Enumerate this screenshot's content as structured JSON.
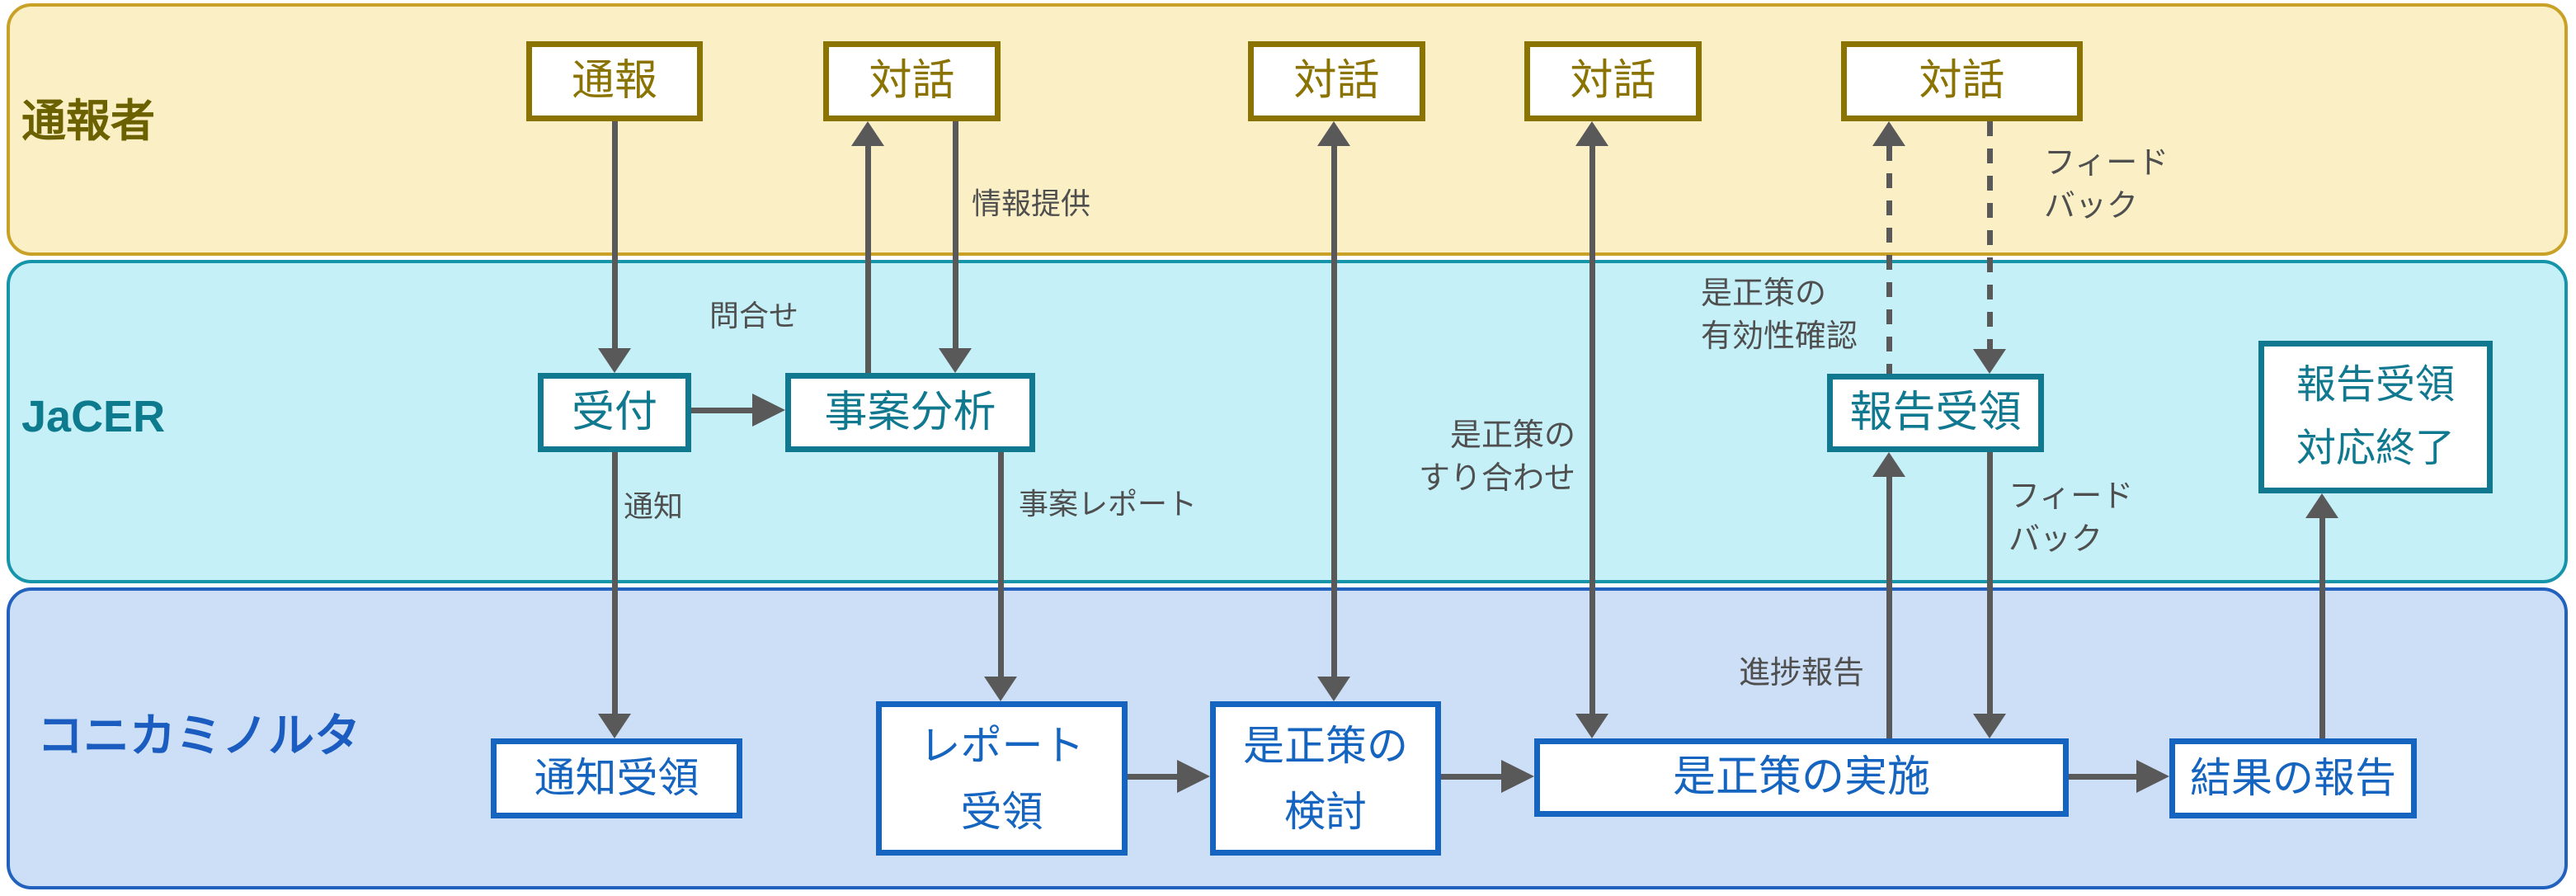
{
  "lanes": [
    {
      "id": "reporter",
      "label": "通報者"
    },
    {
      "id": "jacer",
      "label": "JaCER"
    },
    {
      "id": "konicaminolta",
      "label": "コニカミノルタ"
    }
  ],
  "nodes": {
    "tsuho": {
      "label": "通報"
    },
    "taiwa1": {
      "label": "対話"
    },
    "taiwa2": {
      "label": "対話"
    },
    "taiwa3": {
      "label": "対話"
    },
    "taiwa4": {
      "label": "対話"
    },
    "uketsuke": {
      "label": "受付"
    },
    "jian_bunseki": {
      "label": "事案分析"
    },
    "hokoku_juryo": {
      "label": "報告受領"
    },
    "hokoku_juryo_taio_shuryo": {
      "lines": [
        "報告受領",
        "対応終了"
      ]
    },
    "tsuchi_juryo": {
      "label": "通知受領"
    },
    "report_juryo": {
      "lines": [
        "レポート",
        "受領"
      ]
    },
    "zeseisaku_kento": {
      "lines": [
        "是正策の",
        "検討"
      ]
    },
    "zeseisaku_jisshi": {
      "label": "是正策の実施"
    },
    "kekka_hokoku": {
      "label": "結果の報告"
    }
  },
  "edge_labels": {
    "toiawase": "問合せ",
    "joho_teikyo": "情報提供",
    "tsuchi": "通知",
    "jian_report": "事案レポート",
    "suriawase": [
      "是正策の",
      "すり合わせ"
    ],
    "yukosei_kakunin": [
      "是正策の",
      "有効性確認"
    ],
    "feedback_reporter": [
      "フィード",
      "バック"
    ],
    "feedback_jacer": [
      "フィード",
      "バック"
    ],
    "shinchoku_hokoku": "進捗報告"
  },
  "colors": {
    "lane1_fill": "#FBF0C5",
    "lane1_border": "#C9A126",
    "lane1_label": "#6B6100",
    "lane1_box": "#8A7300",
    "lane2_fill": "#C5F0F8",
    "lane2_border": "#1695AA",
    "lane2_label": "#0E7A8E",
    "lane2_box": "#10798F",
    "lane3_fill": "#CCDFF6",
    "lane3_border": "#2262BE",
    "lane3_label": "#1A5CC0",
    "lane3_box": "#1565C0",
    "arrow": "#595959",
    "edge_label": "#4F4F4F"
  }
}
